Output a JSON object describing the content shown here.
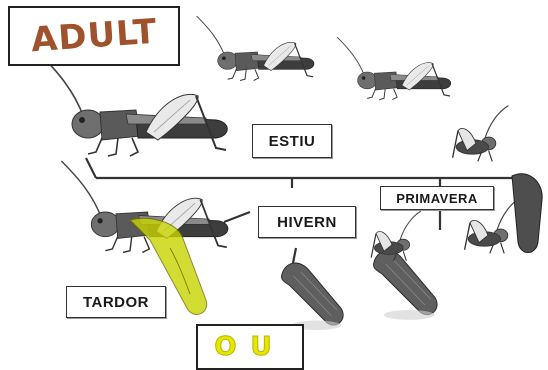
{
  "labels": {
    "adult": "ADULT",
    "estiu": "ESTIU",
    "hivern": "HIVERN",
    "primavera": "PRIMAVERA",
    "tardor": "TARDOR",
    "ou": "OU"
  },
  "colors": {
    "adult_marker": "#a0522d",
    "ou_marker": "#e6e600",
    "egg_highlight": "#c8d400",
    "line": "#333333"
  },
  "icons": [
    "grasshopper-icon",
    "nymph-icon",
    "egg-pod-icon"
  ]
}
